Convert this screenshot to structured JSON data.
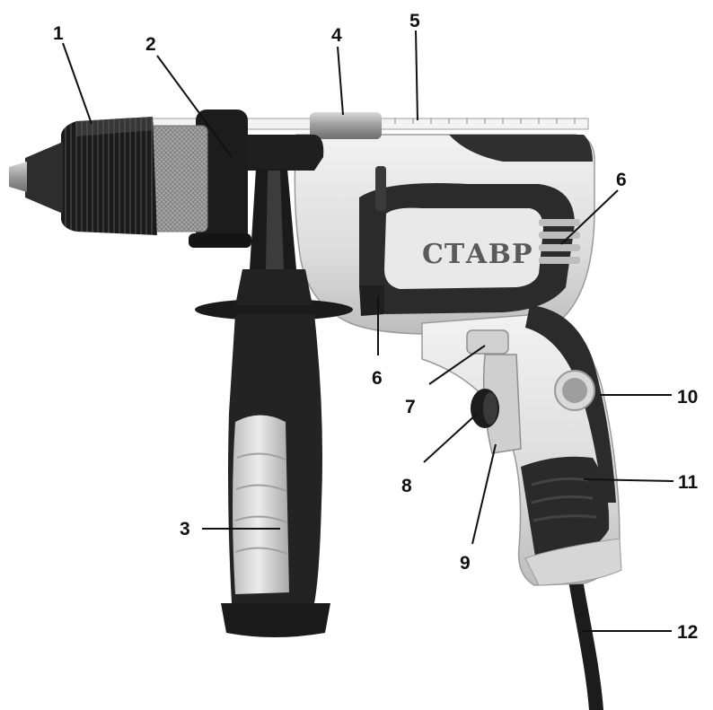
{
  "diagram": {
    "brand_logo": "СТАВР",
    "callouts": [
      {
        "id": "c1",
        "label": "1"
      },
      {
        "id": "c2",
        "label": "2"
      },
      {
        "id": "c3",
        "label": "3"
      },
      {
        "id": "c4",
        "label": "4"
      },
      {
        "id": "c5",
        "label": "5"
      },
      {
        "id": "c6a",
        "label": "6"
      },
      {
        "id": "c6b",
        "label": "6"
      },
      {
        "id": "c7",
        "label": "7"
      },
      {
        "id": "c8",
        "label": "8"
      },
      {
        "id": "c9",
        "label": "9"
      },
      {
        "id": "c10",
        "label": "10"
      },
      {
        "id": "c11",
        "label": "11"
      },
      {
        "id": "c12",
        "label": "12"
      }
    ]
  },
  "colors": {
    "body_light": "#e4e4e4",
    "body_dark": "#2b2b2b",
    "chuck_black": "#1e1e1e",
    "metal": "#b9b9b9",
    "grip_light": "#cfcfcf"
  }
}
